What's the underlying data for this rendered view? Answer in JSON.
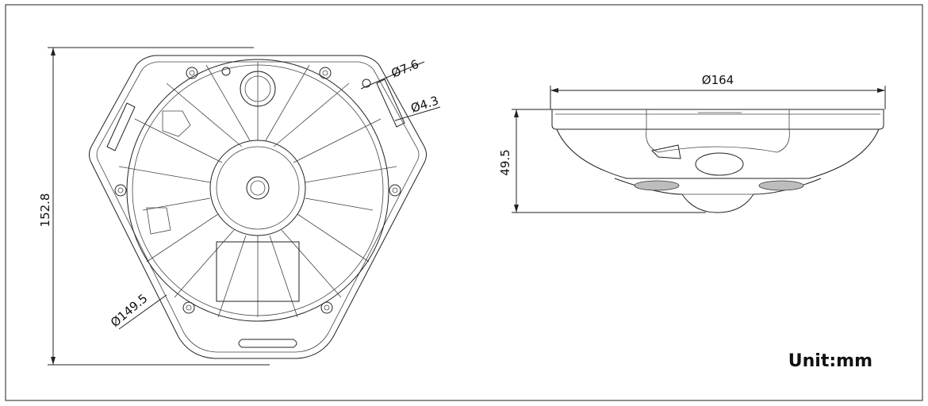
{
  "diagram": {
    "bottom_view": {
      "height_label": "152.8",
      "hole_large_label": "Ø7.6",
      "hole_small_label": "Ø4.3",
      "circle_label": "Ø149.5"
    },
    "side_view": {
      "diameter_label": "Ø164",
      "height_label": "49.5"
    },
    "unit_label": "Unit:mm"
  }
}
